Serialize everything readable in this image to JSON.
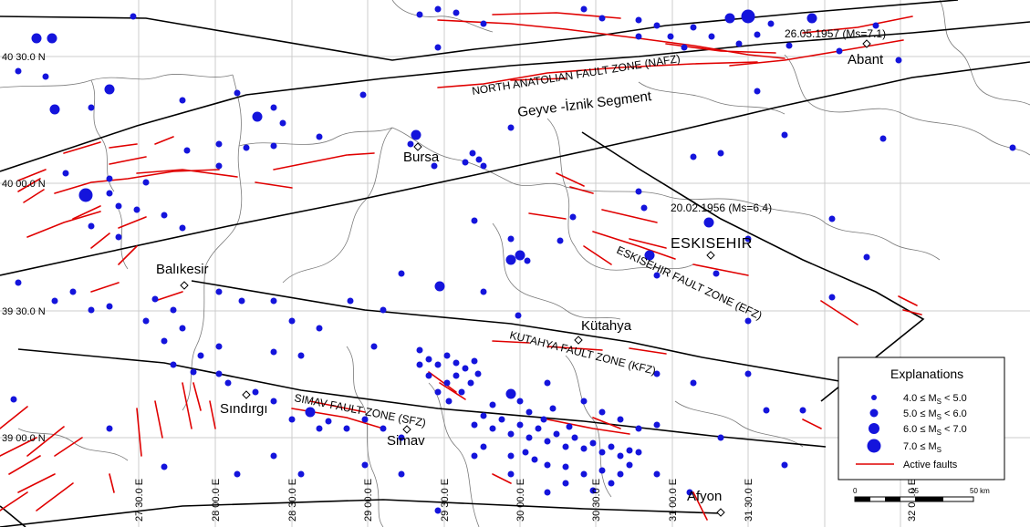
{
  "map": {
    "latitude_labels": [
      "40 30.0 N",
      "40 00.0 N",
      "39 30.0 N",
      "39 00.0 N"
    ],
    "longitude_labels": [
      "27 30.0 E",
      "28 00.0 E",
      "28 30.0 E",
      "29 00.0 E",
      "29 30.0 E",
      "30 00.0 E",
      "30 30.0 E",
      "31 00.0 E",
      "31 30.0 E",
      "32 00.0 E"
    ],
    "cities": [
      "Abant",
      "Bursa",
      "ESKISEHIR",
      "Balıkesir",
      "Kütahya",
      "Sındırgı",
      "Simav",
      "Afyon"
    ],
    "segment_label": "Geyve -İznik Segment",
    "fault_zones": [
      "NORTH ANATOLIAN FAULT ZONE (NAFZ)",
      "ESKISEHIR FAULT ZONE (EFZ)",
      "KUTAHYA FAULT ZONE (KFZ)",
      "SIMAV FAULT ZONE (SFZ)"
    ],
    "events": [
      "26.05.1957 (Ms=7.1)",
      "20.02.1956 (Ms=6.4)"
    ],
    "colors": {
      "epicenter": "#1010e0",
      "fault": "#e00000",
      "boundary": "#000000",
      "grid": "#c8c8c8"
    }
  },
  "legend": {
    "title": "Explanations",
    "items": [
      {
        "symbol": "small-dot",
        "text": "4.0 ≤ M",
        "sub": "S",
        "tail": " < 5.0"
      },
      {
        "symbol": "medium-dot",
        "text": "5.0 ≤ M",
        "sub": "S",
        "tail": " < 6.0"
      },
      {
        "symbol": "large-dot",
        "text": "6.0 ≤ M",
        "sub": "S",
        "tail": " < 7.0"
      },
      {
        "symbol": "xlarge-dot",
        "text": "7.0 ≤ M",
        "sub": "S",
        "tail": ""
      },
      {
        "symbol": "red-line",
        "text": "Active faults",
        "sub": "",
        "tail": ""
      }
    ]
  },
  "scale_bar": {
    "labels": [
      "0",
      "25",
      "50 km"
    ]
  }
}
